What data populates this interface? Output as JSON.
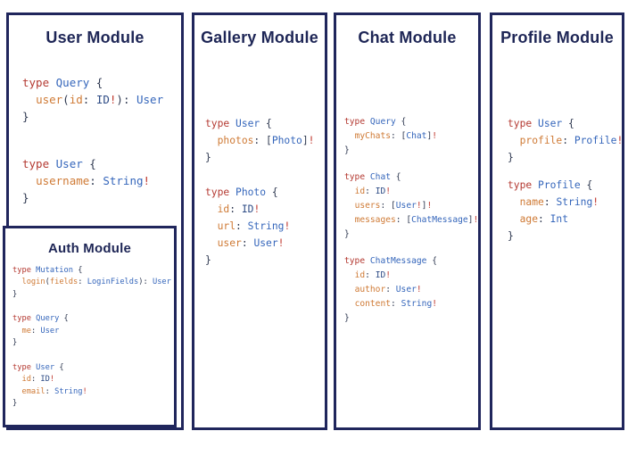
{
  "colors": {
    "border": "#20265c",
    "title": "#1e2656",
    "keyword_red": "#b43a32",
    "type_blue": "#3566bb",
    "type_navy": "#2d4b85",
    "field_orange": "#cf7a35",
    "punctuation": "#2e3850",
    "bang_red": "#c0392f",
    "background": "#ffffff"
  },
  "modules": [
    {
      "key": "user",
      "title": "User Module",
      "blocks": [
        [
          [
            {
              "t": "type ",
              "c": "kw"
            },
            {
              "t": "Query ",
              "c": "ty"
            },
            {
              "t": "{",
              "c": "pn"
            }
          ],
          [
            {
              "t": "  ",
              "c": "pn"
            },
            {
              "t": "user",
              "c": "fl"
            },
            {
              "t": "(",
              "c": "pn"
            },
            {
              "t": "id",
              "c": "fl"
            },
            {
              "t": ": ",
              "c": "pn"
            },
            {
              "t": "ID",
              "c": "tn"
            },
            {
              "t": "!",
              "c": "bg"
            },
            {
              "t": "): ",
              "c": "pn"
            },
            {
              "t": "User",
              "c": "ty"
            }
          ],
          [
            {
              "t": "}",
              "c": "pn"
            }
          ]
        ],
        [
          [
            {
              "t": "type ",
              "c": "kw"
            },
            {
              "t": "User ",
              "c": "ty"
            },
            {
              "t": "{",
              "c": "pn"
            }
          ],
          [
            {
              "t": "  ",
              "c": "pn"
            },
            {
              "t": "username",
              "c": "fl"
            },
            {
              "t": ": ",
              "c": "pn"
            },
            {
              "t": "String",
              "c": "ty"
            },
            {
              "t": "!",
              "c": "bg"
            }
          ],
          [
            {
              "t": "}",
              "c": "pn"
            }
          ]
        ]
      ]
    },
    {
      "key": "gallery",
      "title": "Gallery Module",
      "blocks": [
        [
          [
            {
              "t": "type ",
              "c": "kw"
            },
            {
              "t": "User ",
              "c": "ty"
            },
            {
              "t": "{",
              "c": "pn"
            }
          ],
          [
            {
              "t": "  ",
              "c": "pn"
            },
            {
              "t": "photos",
              "c": "fl"
            },
            {
              "t": ": [",
              "c": "pn"
            },
            {
              "t": "Photo",
              "c": "ty"
            },
            {
              "t": "]",
              "c": "pn"
            },
            {
              "t": "!",
              "c": "bg"
            }
          ],
          [
            {
              "t": "}",
              "c": "pn"
            }
          ]
        ],
        [
          [
            {
              "t": "type ",
              "c": "kw"
            },
            {
              "t": "Photo ",
              "c": "ty"
            },
            {
              "t": "{",
              "c": "pn"
            }
          ],
          [
            {
              "t": "  ",
              "c": "pn"
            },
            {
              "t": "id",
              "c": "fl"
            },
            {
              "t": ": ",
              "c": "pn"
            },
            {
              "t": "ID",
              "c": "tn"
            },
            {
              "t": "!",
              "c": "bg"
            }
          ],
          [
            {
              "t": "  ",
              "c": "pn"
            },
            {
              "t": "url",
              "c": "fl"
            },
            {
              "t": ": ",
              "c": "pn"
            },
            {
              "t": "String",
              "c": "ty"
            },
            {
              "t": "!",
              "c": "bg"
            }
          ],
          [
            {
              "t": "  ",
              "c": "pn"
            },
            {
              "t": "user",
              "c": "fl"
            },
            {
              "t": ": ",
              "c": "pn"
            },
            {
              "t": "User",
              "c": "ty"
            },
            {
              "t": "!",
              "c": "bg"
            }
          ],
          [
            {
              "t": "}",
              "c": "pn"
            }
          ]
        ]
      ]
    },
    {
      "key": "chat",
      "title": "Chat Module",
      "blocks": [
        [
          [
            {
              "t": "type ",
              "c": "kw"
            },
            {
              "t": "Query ",
              "c": "ty"
            },
            {
              "t": "{",
              "c": "pn"
            }
          ],
          [
            {
              "t": "  ",
              "c": "pn"
            },
            {
              "t": "myChats",
              "c": "fl"
            },
            {
              "t": ": [",
              "c": "pn"
            },
            {
              "t": "Chat",
              "c": "ty"
            },
            {
              "t": "]",
              "c": "pn"
            },
            {
              "t": "!",
              "c": "bg"
            }
          ],
          [
            {
              "t": "}",
              "c": "pn"
            }
          ]
        ],
        [
          [
            {
              "t": "type ",
              "c": "kw"
            },
            {
              "t": "Chat ",
              "c": "ty"
            },
            {
              "t": "{",
              "c": "pn"
            }
          ],
          [
            {
              "t": "  ",
              "c": "pn"
            },
            {
              "t": "id",
              "c": "fl"
            },
            {
              "t": ": ",
              "c": "pn"
            },
            {
              "t": "ID",
              "c": "tn"
            },
            {
              "t": "!",
              "c": "bg"
            }
          ],
          [
            {
              "t": "  ",
              "c": "pn"
            },
            {
              "t": "users",
              "c": "fl"
            },
            {
              "t": ": [",
              "c": "pn"
            },
            {
              "t": "User",
              "c": "ty"
            },
            {
              "t": "!",
              "c": "bg"
            },
            {
              "t": "]",
              "c": "pn"
            },
            {
              "t": "!",
              "c": "bg"
            }
          ],
          [
            {
              "t": "  ",
              "c": "pn"
            },
            {
              "t": "messages",
              "c": "fl"
            },
            {
              "t": ": [",
              "c": "pn"
            },
            {
              "t": "ChatMessage",
              "c": "ty"
            },
            {
              "t": "]",
              "c": "pn"
            },
            {
              "t": "!",
              "c": "bg"
            }
          ],
          [
            {
              "t": "}",
              "c": "pn"
            }
          ]
        ],
        [
          [
            {
              "t": "type ",
              "c": "kw"
            },
            {
              "t": "ChatMessage ",
              "c": "ty"
            },
            {
              "t": "{",
              "c": "pn"
            }
          ],
          [
            {
              "t": "  ",
              "c": "pn"
            },
            {
              "t": "id",
              "c": "fl"
            },
            {
              "t": ": ",
              "c": "pn"
            },
            {
              "t": "ID",
              "c": "tn"
            },
            {
              "t": "!",
              "c": "bg"
            }
          ],
          [
            {
              "t": "  ",
              "c": "pn"
            },
            {
              "t": "author",
              "c": "fl"
            },
            {
              "t": ": ",
              "c": "pn"
            },
            {
              "t": "User",
              "c": "ty"
            },
            {
              "t": "!",
              "c": "bg"
            }
          ],
          [
            {
              "t": "  ",
              "c": "pn"
            },
            {
              "t": "content",
              "c": "fl"
            },
            {
              "t": ": ",
              "c": "pn"
            },
            {
              "t": "String",
              "c": "ty"
            },
            {
              "t": "!",
              "c": "bg"
            }
          ],
          [
            {
              "t": "}",
              "c": "pn"
            }
          ]
        ]
      ]
    },
    {
      "key": "profile",
      "title": "Profile Module",
      "blocks": [
        [
          [
            {
              "t": "type ",
              "c": "kw"
            },
            {
              "t": "User ",
              "c": "ty"
            },
            {
              "t": "{",
              "c": "pn"
            }
          ],
          [
            {
              "t": "  ",
              "c": "pn"
            },
            {
              "t": "profile",
              "c": "fl"
            },
            {
              "t": ": ",
              "c": "pn"
            },
            {
              "t": "Profile",
              "c": "ty"
            },
            {
              "t": "!",
              "c": "bg"
            }
          ],
          [
            {
              "t": "}",
              "c": "pn"
            }
          ]
        ],
        [
          [
            {
              "t": "type ",
              "c": "kw"
            },
            {
              "t": "Profile ",
              "c": "ty"
            },
            {
              "t": "{",
              "c": "pn"
            }
          ],
          [
            {
              "t": "  ",
              "c": "pn"
            },
            {
              "t": "name",
              "c": "fl"
            },
            {
              "t": ": ",
              "c": "pn"
            },
            {
              "t": "String",
              "c": "ty"
            },
            {
              "t": "!",
              "c": "bg"
            }
          ],
          [
            {
              "t": "  ",
              "c": "pn"
            },
            {
              "t": "age",
              "c": "fl"
            },
            {
              "t": ": ",
              "c": "pn"
            },
            {
              "t": "Int",
              "c": "ty"
            }
          ],
          [
            {
              "t": "}",
              "c": "pn"
            }
          ]
        ]
      ]
    },
    {
      "key": "auth",
      "title": "Auth Module",
      "blocks": [
        [
          [
            {
              "t": "type ",
              "c": "kw"
            },
            {
              "t": "Mutation ",
              "c": "ty"
            },
            {
              "t": "{",
              "c": "pn"
            }
          ],
          [
            {
              "t": "  ",
              "c": "pn"
            },
            {
              "t": "login",
              "c": "fl"
            },
            {
              "t": "(",
              "c": "pn"
            },
            {
              "t": "fields",
              "c": "fl"
            },
            {
              "t": ": ",
              "c": "pn"
            },
            {
              "t": "LoginFields",
              "c": "ty"
            },
            {
              "t": "): ",
              "c": "pn"
            },
            {
              "t": "User",
              "c": "ty"
            }
          ],
          [
            {
              "t": "}",
              "c": "pn"
            }
          ]
        ],
        [
          [
            {
              "t": "type ",
              "c": "kw"
            },
            {
              "t": "Query ",
              "c": "ty"
            },
            {
              "t": "{",
              "c": "pn"
            }
          ],
          [
            {
              "t": "  ",
              "c": "pn"
            },
            {
              "t": "me",
              "c": "fl"
            },
            {
              "t": ": ",
              "c": "pn"
            },
            {
              "t": "User",
              "c": "ty"
            }
          ],
          [
            {
              "t": "}",
              "c": "pn"
            }
          ]
        ],
        [
          [
            {
              "t": "type ",
              "c": "kw"
            },
            {
              "t": "User ",
              "c": "ty"
            },
            {
              "t": "{",
              "c": "pn"
            }
          ],
          [
            {
              "t": "  ",
              "c": "pn"
            },
            {
              "t": "id",
              "c": "fl"
            },
            {
              "t": ": ",
              "c": "pn"
            },
            {
              "t": "ID",
              "c": "tn"
            },
            {
              "t": "!",
              "c": "bg"
            }
          ],
          [
            {
              "t": "  ",
              "c": "pn"
            },
            {
              "t": "email",
              "c": "fl"
            },
            {
              "t": ": ",
              "c": "pn"
            },
            {
              "t": "String",
              "c": "ty"
            },
            {
              "t": "!",
              "c": "bg"
            }
          ],
          [
            {
              "t": "}",
              "c": "pn"
            }
          ]
        ]
      ]
    }
  ]
}
